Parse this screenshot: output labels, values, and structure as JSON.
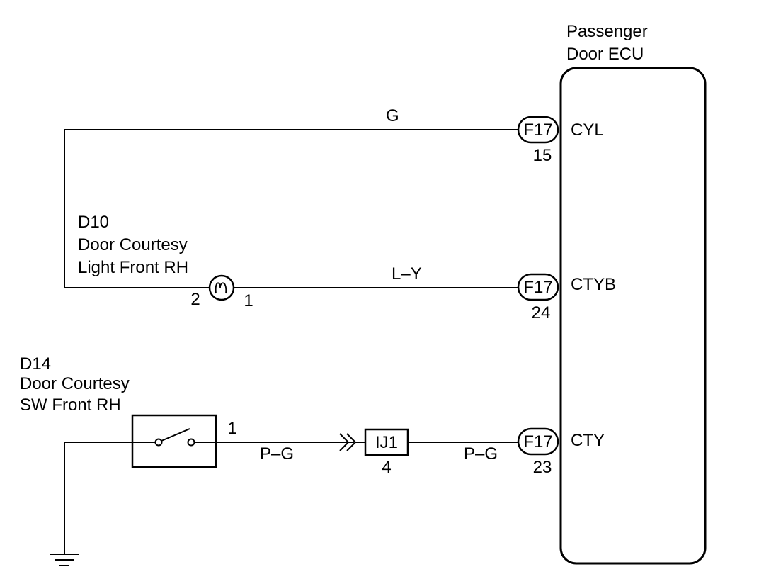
{
  "ecu": {
    "line1": "Passenger",
    "line2": "Door ECU"
  },
  "terminals": [
    {
      "id": "cyl",
      "connector": "F17",
      "pin": "15",
      "name": "CYL"
    },
    {
      "id": "ctyb",
      "connector": "F17",
      "pin": "24",
      "name": "CTYB"
    },
    {
      "id": "cty",
      "connector": "F17",
      "pin": "23",
      "name": "CTY"
    }
  ],
  "wires": {
    "top": "G",
    "middle": "L–Y",
    "bottom_left": "P–G",
    "bottom_right": "P–G"
  },
  "lamp": {
    "code": "D10",
    "line1": "Door Courtesy",
    "line2": "Light Front RH",
    "pin_left": "2",
    "pin_right": "1"
  },
  "switch": {
    "code": "D14",
    "line1": "Door Courtesy",
    "line2": "SW Front RH",
    "pin": "1"
  },
  "junction": {
    "label": "IJ1",
    "pin": "4"
  }
}
